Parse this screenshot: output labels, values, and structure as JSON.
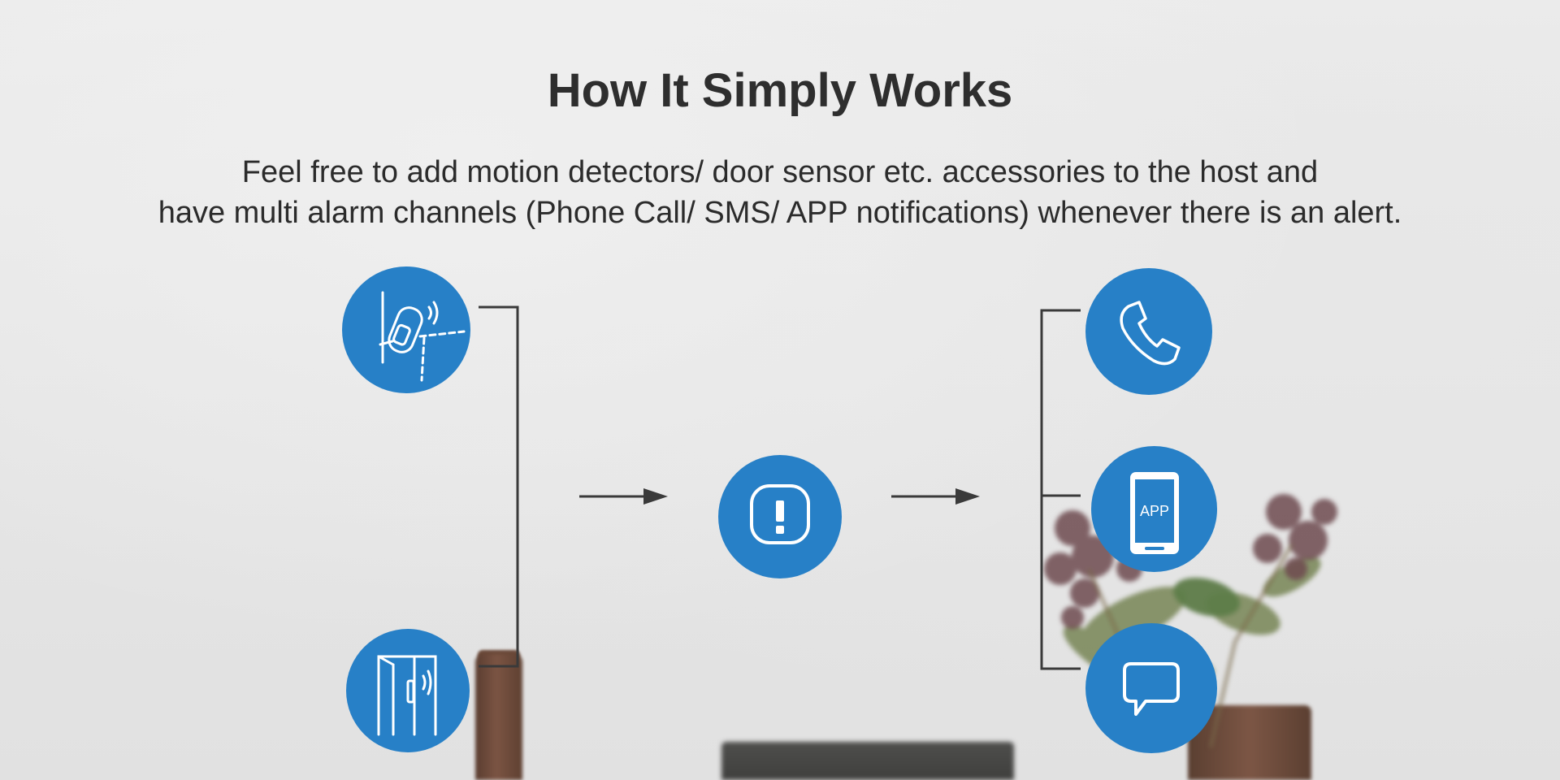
{
  "title": "How It Simply Works",
  "subtitle": {
    "line1": "Feel free to add motion detectors/ door sensor etc. accessories to the host and",
    "line2": "have multi alarm channels (Phone Call/ SMS/ APP notifications) whenever there is an alert."
  },
  "inputs": [
    {
      "name": "motion-detector",
      "icon": "motion-sensor-icon"
    },
    {
      "name": "door-sensor",
      "icon": "door-sensor-icon"
    }
  ],
  "hub": {
    "name": "alarm-host",
    "icon": "alert-icon"
  },
  "outputs": [
    {
      "name": "phone-call",
      "icon": "phone-icon"
    },
    {
      "name": "app-notification",
      "icon": "smartphone-app-icon",
      "label": "APP"
    },
    {
      "name": "sms",
      "icon": "chat-bubble-icon"
    }
  ],
  "colors": {
    "icon_circle": "#2780c7",
    "connector_line": "#3a3a3a",
    "text": "#2b2b2b"
  }
}
